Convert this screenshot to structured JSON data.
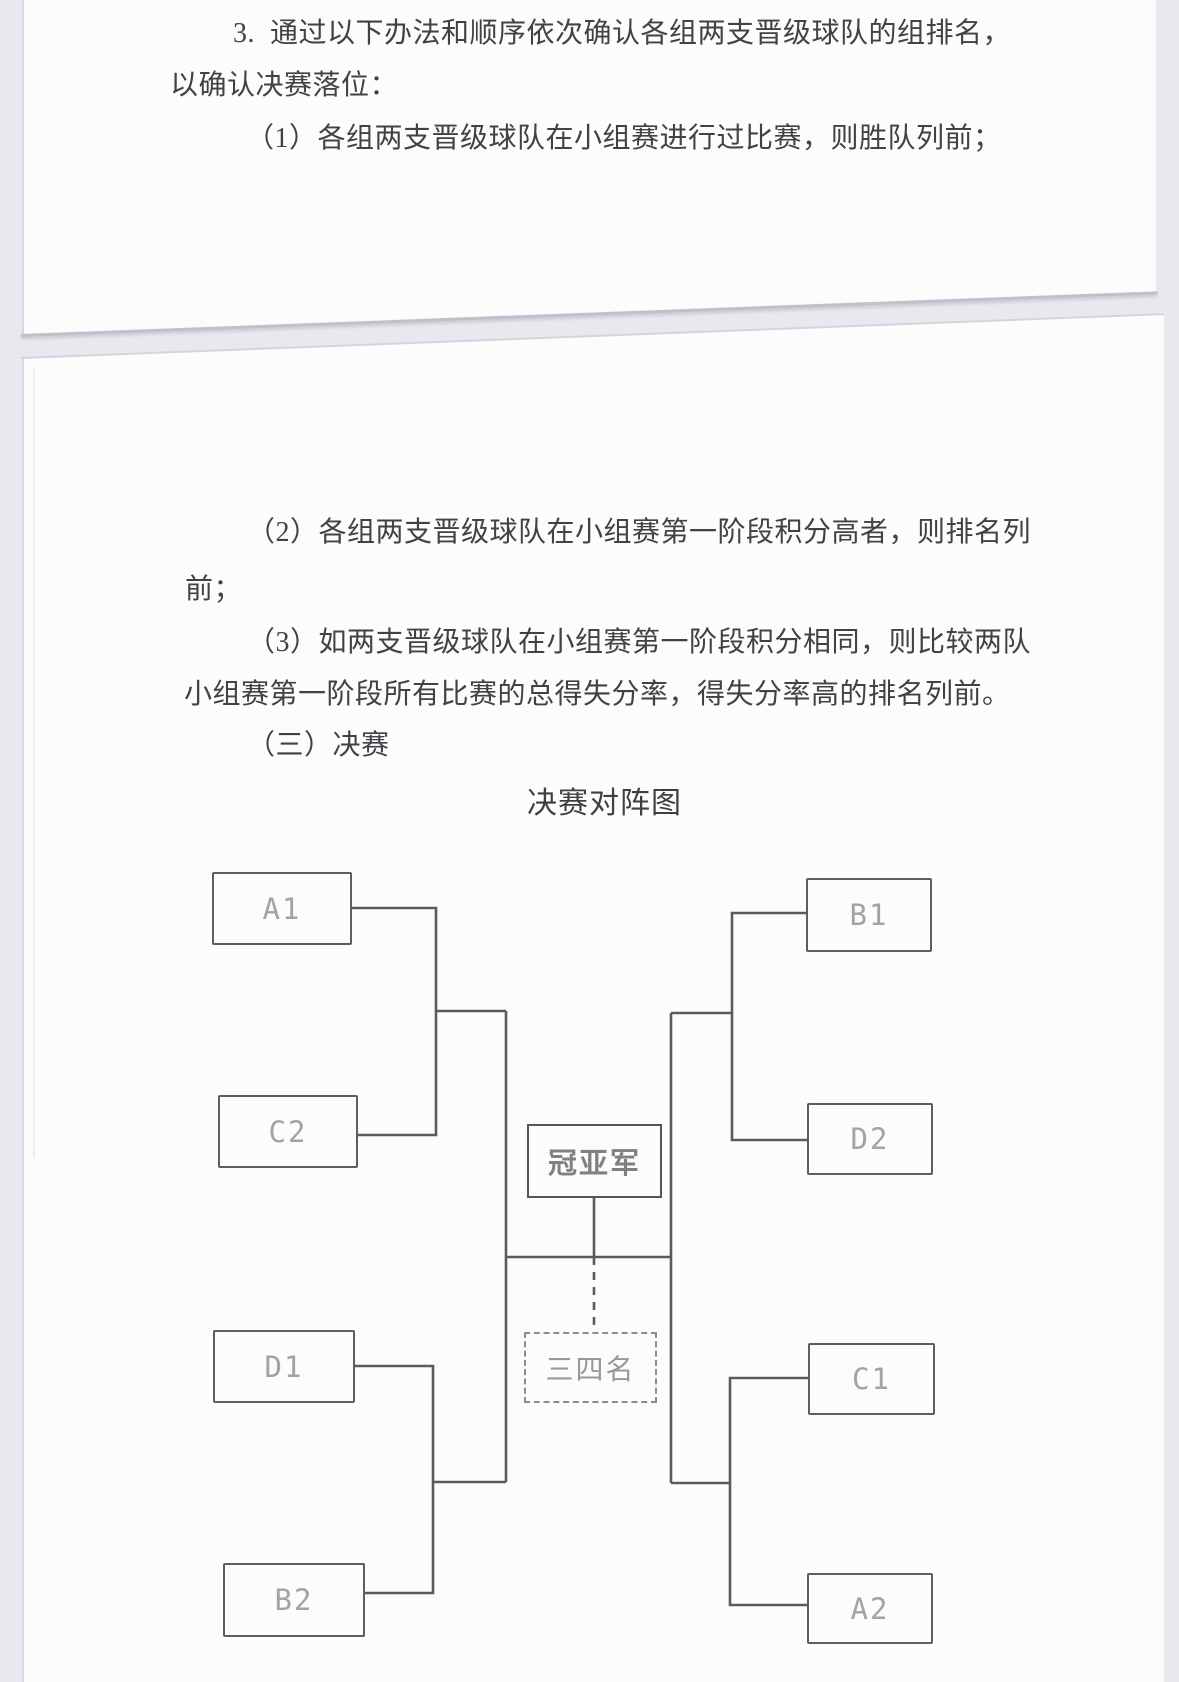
{
  "doc": {
    "page1": {
      "lines": [
        "3.  通过以下办法和顺序依次确认各组两支晋级球队的组排名，",
        "以确认决赛落位：",
        "（1）各组两支晋级球队在小组赛进行过比赛，则胜队列前；"
      ]
    },
    "page2": {
      "lines": [
        "（2）各组两支晋级球队在小组赛第一阶段积分高者，则排名列",
        "前；",
        "（3）如两支晋级球队在小组赛第一阶段积分相同，则比较两队",
        "小组赛第一阶段所有比赛的总得失分率，得失分率高的排名列前。",
        "（三）决赛"
      ],
      "diagram": {
        "title": "决赛对阵图",
        "final_label": "冠亚军",
        "third_place_label": "三四名",
        "semifinals": [
          {
            "position": "upper-left",
            "top": "A1",
            "bottom": "C2"
          },
          {
            "position": "upper-right",
            "top": "B1",
            "bottom": "D2"
          },
          {
            "position": "lower-left",
            "top": "D1",
            "bottom": "B2"
          },
          {
            "position": "lower-right",
            "top": "C1",
            "bottom": "A2"
          }
        ]
      }
    }
  },
  "colors": {
    "canvas_background": "#e8e8ee",
    "page_background": "#fcfcfd",
    "body_text": "#414146",
    "bracket_line": "#5a5a5f",
    "team_label": "#a2a2a7",
    "final_label_color": "#808085"
  }
}
